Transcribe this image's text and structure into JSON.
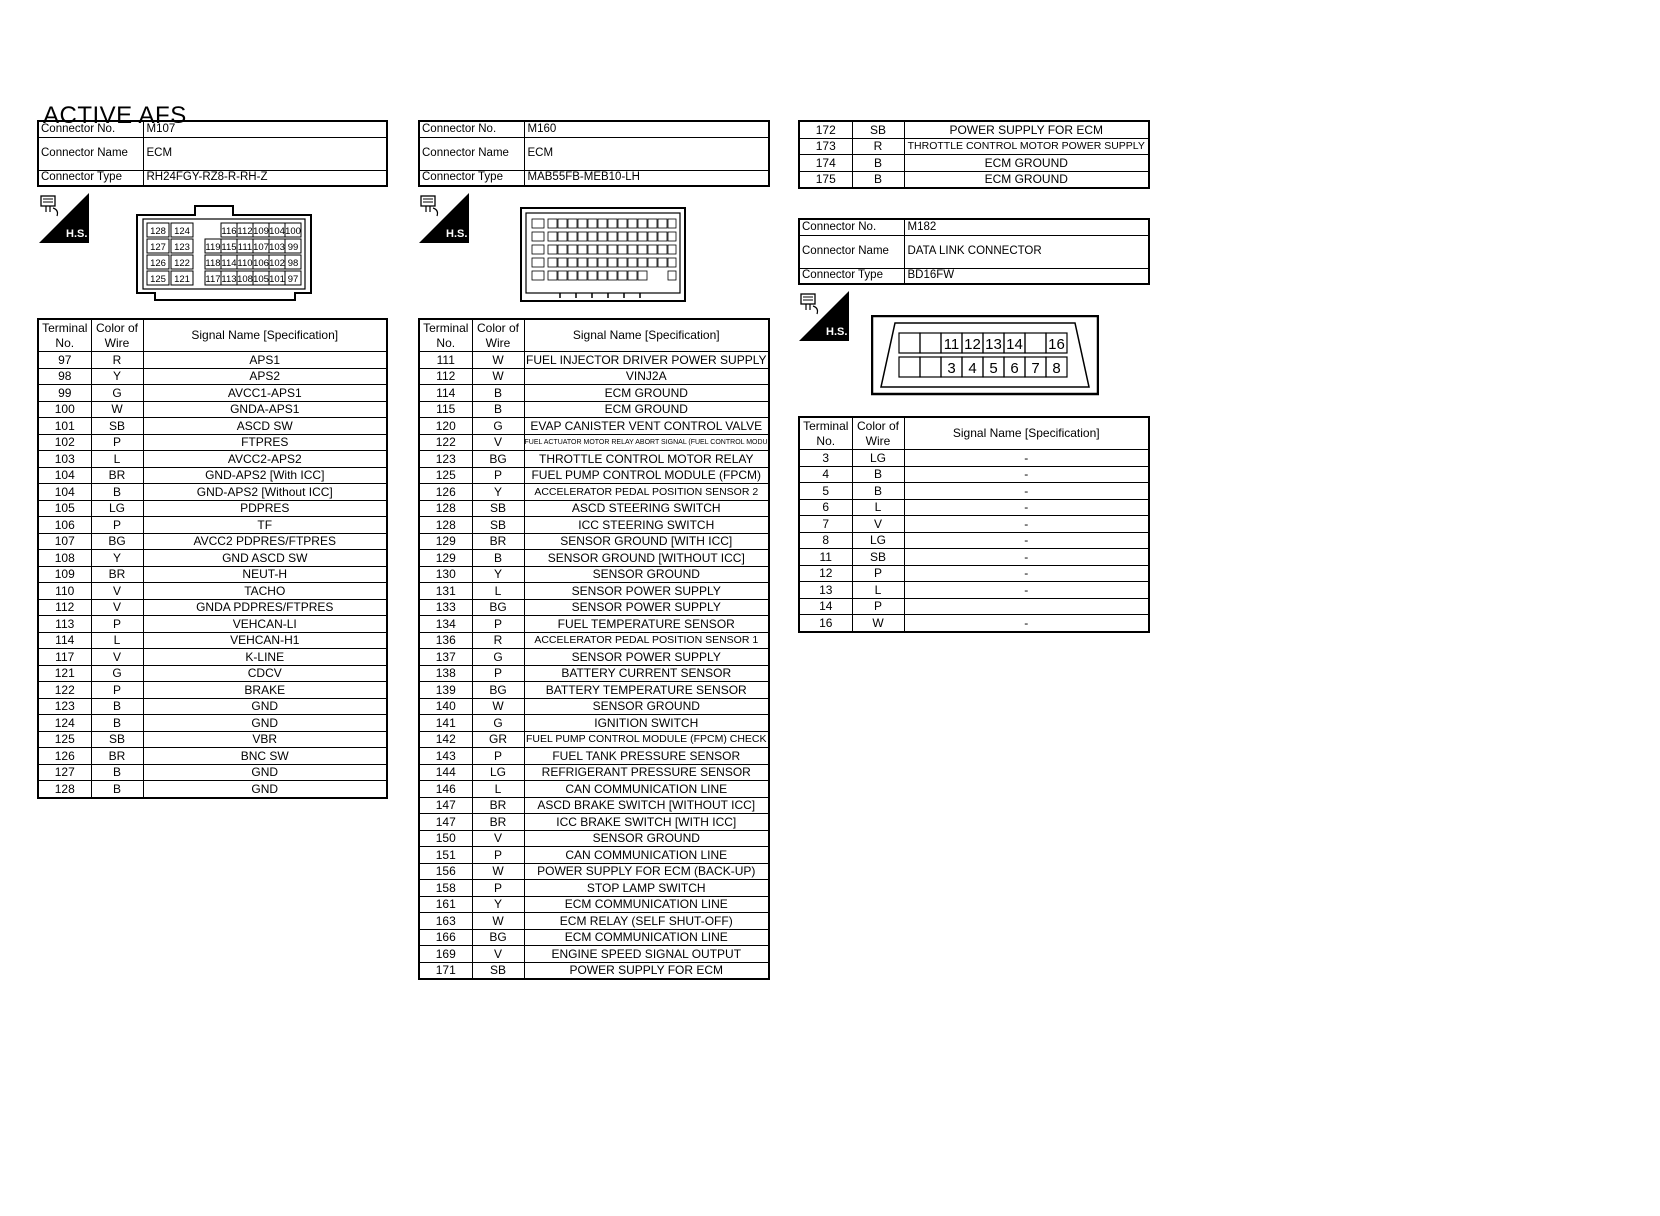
{
  "page_title": "ACTIVE AFS",
  "labels": {
    "connector_no": "Connector No.",
    "connector_name": "Connector Name",
    "connector_type": "Connector Type",
    "terminal_no": "Terminal No.",
    "color_of_wire": "Color of Wire",
    "signal_name": "Signal Name [Specification]",
    "hs_icon_text": "H.S."
  },
  "connectors": [
    {
      "number": "M107",
      "name": "ECM",
      "type": "RH24FGY-RZ8-R-RH-Z",
      "pin_rows": [
        [
          "128",
          "124",
          "",
          "116",
          "112",
          "109",
          "104",
          "100"
        ],
        [
          "127",
          "123",
          "119",
          "115",
          "111",
          "107",
          "103",
          "99"
        ],
        [
          "126",
          "122",
          "118",
          "114",
          "110",
          "106",
          "102",
          "98"
        ],
        [
          "125",
          "121",
          "117",
          "113",
          "108",
          "105",
          "101",
          "97"
        ]
      ],
      "terminals": [
        [
          "97",
          "R",
          "APS1"
        ],
        [
          "98",
          "Y",
          "APS2"
        ],
        [
          "99",
          "G",
          "AVCC1-APS1"
        ],
        [
          "100",
          "W",
          "GNDA-APS1"
        ],
        [
          "101",
          "SB",
          "ASCD SW"
        ],
        [
          "102",
          "P",
          "FTPRES"
        ],
        [
          "103",
          "L",
          "AVCC2-APS2"
        ],
        [
          "104",
          "BR",
          "GND-APS2 [With ICC]"
        ],
        [
          "104",
          "B",
          "GND-APS2 [Without ICC]"
        ],
        [
          "105",
          "LG",
          "PDPRES"
        ],
        [
          "106",
          "P",
          "TF"
        ],
        [
          "107",
          "BG",
          "AVCC2 PDPRES/FTPRES"
        ],
        [
          "108",
          "Y",
          "GND ASCD SW"
        ],
        [
          "109",
          "BR",
          "NEUT-H"
        ],
        [
          "110",
          "V",
          "TACHO"
        ],
        [
          "112",
          "V",
          "GNDA PDPRES/FTPRES"
        ],
        [
          "113",
          "P",
          "VEHCAN-LI"
        ],
        [
          "114",
          "L",
          "VEHCAN-H1"
        ],
        [
          "117",
          "V",
          "K-LINE"
        ],
        [
          "121",
          "G",
          "CDCV"
        ],
        [
          "122",
          "P",
          "BRAKE"
        ],
        [
          "123",
          "B",
          "GND"
        ],
        [
          "124",
          "B",
          "GND"
        ],
        [
          "125",
          "SB",
          "VBR"
        ],
        [
          "126",
          "BR",
          "BNC SW"
        ],
        [
          "127",
          "B",
          "GND"
        ],
        [
          "128",
          "B",
          "GND"
        ]
      ]
    },
    {
      "number": "M160",
      "name": "ECM",
      "type": "MAB55FB-MEB10-LH",
      "terminals": [
        [
          "111",
          "W",
          "FUEL INJECTOR DRIVER POWER SUPPLY"
        ],
        [
          "112",
          "W",
          "VINJ2A"
        ],
        [
          "114",
          "B",
          "ECM GROUND"
        ],
        [
          "115",
          "B",
          "ECM GROUND"
        ],
        [
          "120",
          "G",
          "EVAP CANISTER VENT CONTROL VALVE"
        ],
        [
          "122",
          "V",
          "FUEL ACTUATOR MOTOR RELAY ABORT SIGNAL (FUEL CONTROL MODULE)"
        ],
        [
          "123",
          "BG",
          "THROTTLE CONTROL MOTOR RELAY"
        ],
        [
          "125",
          "P",
          "FUEL PUMP CONTROL MODULE (FPCM)"
        ],
        [
          "126",
          "Y",
          "ACCELERATOR PEDAL POSITION SENSOR 2"
        ],
        [
          "128",
          "SB",
          "ASCD STEERING SWITCH"
        ],
        [
          "128",
          "SB",
          "ICC STEERING SWITCH"
        ],
        [
          "129",
          "BR",
          "SENSOR GROUND [WITH ICC]"
        ],
        [
          "129",
          "B",
          "SENSOR GROUND [WITHOUT ICC]"
        ],
        [
          "130",
          "Y",
          "SENSOR GROUND"
        ],
        [
          "131",
          "L",
          "SENSOR POWER SUPPLY"
        ],
        [
          "133",
          "BG",
          "SENSOR POWER SUPPLY"
        ],
        [
          "134",
          "P",
          "FUEL TEMPERATURE SENSOR"
        ],
        [
          "136",
          "R",
          "ACCELERATOR PEDAL POSITION SENSOR 1"
        ],
        [
          "137",
          "G",
          "SENSOR POWER SUPPLY"
        ],
        [
          "138",
          "P",
          "BATTERY CURRENT SENSOR"
        ],
        [
          "139",
          "BG",
          "BATTERY TEMPERATURE SENSOR"
        ],
        [
          "140",
          "W",
          "SENSOR GROUND"
        ],
        [
          "141",
          "G",
          "IGNITION SWITCH"
        ],
        [
          "142",
          "GR",
          "FUEL PUMP CONTROL MODULE (FPCM) CHECK"
        ],
        [
          "143",
          "P",
          "FUEL TANK PRESSURE SENSOR"
        ],
        [
          "144",
          "LG",
          "REFRIGERANT PRESSURE SENSOR"
        ],
        [
          "146",
          "L",
          "CAN COMMUNICATION LINE"
        ],
        [
          "147",
          "BR",
          "ASCD BRAKE SWITCH [WITHOUT ICC]"
        ],
        [
          "147",
          "BR",
          "ICC BRAKE SWITCH [WITH ICC]"
        ],
        [
          "150",
          "V",
          "SENSOR GROUND"
        ],
        [
          "151",
          "P",
          "CAN COMMUNICATION LINE"
        ],
        [
          "156",
          "W",
          "POWER SUPPLY FOR ECM (BACK-UP)"
        ],
        [
          "158",
          "P",
          "STOP LAMP SWITCH"
        ],
        [
          "161",
          "Y",
          "ECM COMMUNICATION LINE"
        ],
        [
          "163",
          "W",
          "ECM RELAY (SELF SHUT-OFF)"
        ],
        [
          "166",
          "BG",
          "ECM COMMUNICATION LINE"
        ],
        [
          "169",
          "V",
          "ENGINE SPEED SIGNAL OUTPUT"
        ],
        [
          "171",
          "SB",
          "POWER SUPPLY FOR ECM"
        ]
      ],
      "continued": [
        [
          "172",
          "SB",
          "POWER SUPPLY FOR ECM"
        ],
        [
          "173",
          "R",
          "THROTTLE CONTROL MOTOR POWER SUPPLY"
        ],
        [
          "174",
          "B",
          "ECM GROUND"
        ],
        [
          "175",
          "B",
          "ECM GROUND"
        ]
      ]
    },
    {
      "number": "M182",
      "name": "DATA LINK CONNECTOR",
      "type": "BD16FW",
      "pin_rows": [
        [
          "",
          "",
          "11",
          "12",
          "13",
          "14",
          "",
          "16"
        ],
        [
          "",
          "",
          "3",
          "4",
          "5",
          "6",
          "7",
          "8"
        ]
      ],
      "terminals": [
        [
          "3",
          "LG",
          "-"
        ],
        [
          "4",
          "B",
          "-"
        ],
        [
          "5",
          "B",
          "-"
        ],
        [
          "6",
          "L",
          "-"
        ],
        [
          "7",
          "V",
          "-"
        ],
        [
          "8",
          "LG",
          "-"
        ],
        [
          "11",
          "SB",
          "-"
        ],
        [
          "12",
          "P",
          "-"
        ],
        [
          "13",
          "L",
          "-"
        ],
        [
          "14",
          "P",
          ""
        ],
        [
          "16",
          "W",
          "-"
        ]
      ]
    }
  ]
}
